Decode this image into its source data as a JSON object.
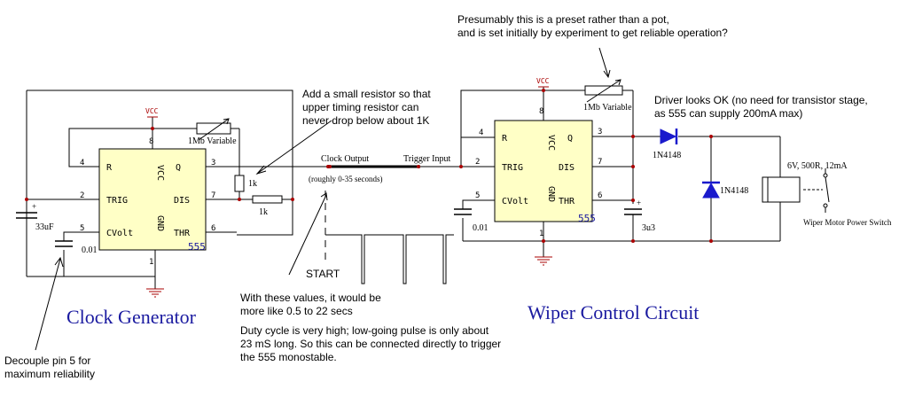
{
  "colors": {
    "wire": "#000000",
    "title": "#1a1aa0",
    "pin_label": "#000000",
    "diode": "#1a1acc",
    "vcc": "#aa0000",
    "ground": "#aa0000",
    "trace": "#000000"
  },
  "titles": {
    "clock": "Clock Generator",
    "wiper": "Wiper Control Circuit"
  },
  "notes": {
    "preset_line1": "Presumably this is a preset rather than a pot,",
    "preset_line2": "and is set initially by experiment to get reliable operation?",
    "resistor_line1": "Add a small resistor so that",
    "resistor_line2": "upper timing resistor can",
    "resistor_line3": "never drop below about 1K",
    "driver_line1": "Driver looks OK (no need for transistor stage,",
    "driver_line2": "as 555 can supply 200mA max)",
    "values_line1": "With these values, it would be",
    "values_line2": "more like 0.5 to 22 secs",
    "duty_line1": "Duty cycle is very high; low-going pulse is only about",
    "duty_line2": "23 mS long. So this can be connected directly to trigger",
    "duty_line3": "the 555 monostable.",
    "decouple_line1": "Decouple pin 5 for",
    "decouple_line2": "maximum reliability",
    "start": "START"
  },
  "labels": {
    "clock_output": "Clock Output",
    "trigger_input": "Trigger Input",
    "roughly": "(roughly 0-35 seconds)",
    "var1": "1Mb Variable",
    "var2": "1Mb Variable",
    "r1k_a": "1k",
    "r1k_b": "1k",
    "cap33": "33uF",
    "cap001a": "0.01",
    "cap001b": "0.01",
    "cap3u3": "3u3",
    "diode1": "1N4148",
    "diode2": "1N4148",
    "relay": "6V, 500R, 12mA",
    "switch": "Wiper Motor Power Switch",
    "vcc1": "VCC",
    "vcc2": "VCC",
    "chip1": "555",
    "chip2": "555"
  },
  "chip": {
    "vcc": "VCC",
    "gnd": "GND",
    "r": "R",
    "trig": "TRIG",
    "cvolt": "CVolt",
    "dis": "DIS",
    "thr": "THR",
    "q": "Q"
  },
  "pins": {
    "p4": "4",
    "p8": "8",
    "p2": "2",
    "p5": "5",
    "p1": "1",
    "p3": "3",
    "p7": "7",
    "p6": "6"
  }
}
